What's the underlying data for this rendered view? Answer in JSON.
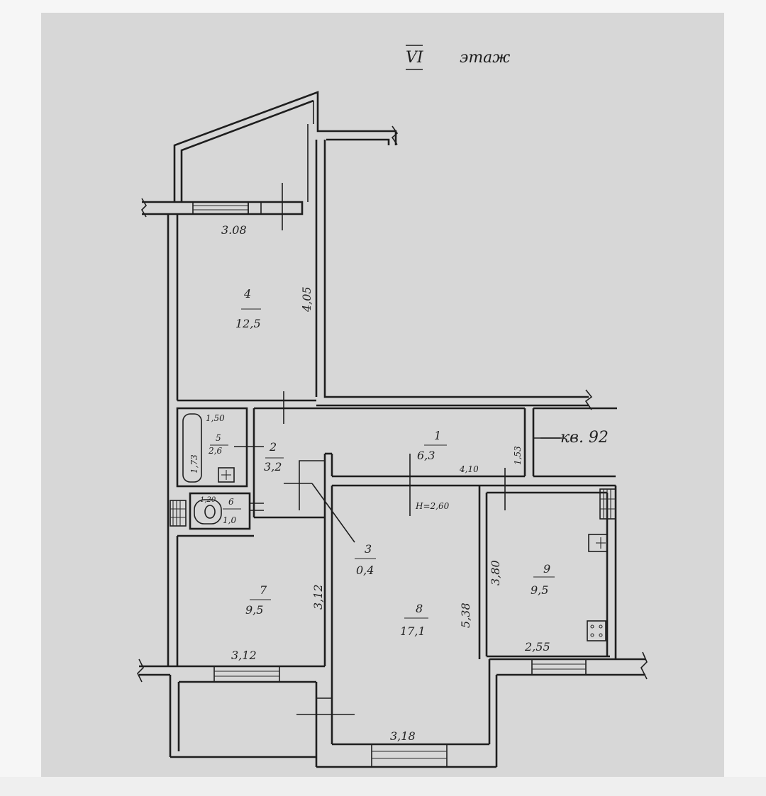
{
  "floor": {
    "number": "VI",
    "word": "этаж"
  },
  "apartment": {
    "label": "кв. 92"
  },
  "ceiling": {
    "label": "H=2,60"
  },
  "rooms": [
    {
      "id": "room-1",
      "number": "1",
      "area": "6,3"
    },
    {
      "id": "room-2",
      "number": "2",
      "area": "3,2"
    },
    {
      "id": "room-3",
      "number": "3",
      "area": "0,4"
    },
    {
      "id": "room-4",
      "number": "4",
      "area": "12,5"
    },
    {
      "id": "room-5",
      "number": "5",
      "area": "2,6"
    },
    {
      "id": "room-6",
      "number": "6",
      "area": "1,0"
    },
    {
      "id": "room-7",
      "number": "7",
      "area": "9,5"
    },
    {
      "id": "room-8",
      "number": "8",
      "area": "17,1"
    },
    {
      "id": "room-9",
      "number": "9",
      "area": "9,5"
    }
  ],
  "dimensions": {
    "room4_width": "3.08",
    "room4_length": "4,05",
    "room5_width": "1,50",
    "room5_length": "1,73",
    "room6_width": "1,20",
    "corridor_length": "4,10",
    "corridor_width": "1,53",
    "room7_length": "3,12",
    "room7_width": "3,12",
    "room8_length": "5,38",
    "room8_width": "3,18",
    "room9_length": "3,80",
    "room9_width": "2,55"
  }
}
